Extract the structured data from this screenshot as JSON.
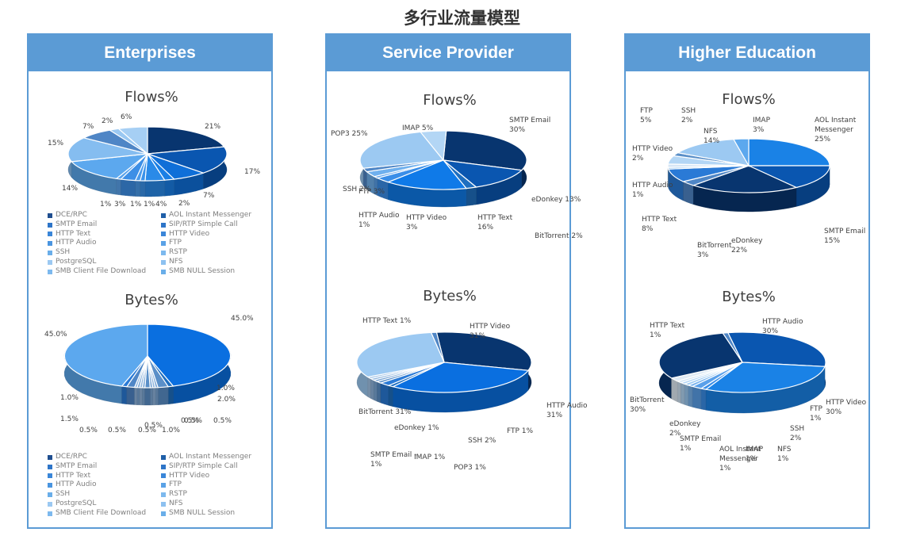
{
  "title": "多行业流量模型",
  "panels": [
    {
      "id": "enterprises",
      "header": "Enterprises",
      "legend": [
        {
          "label": "DCE/RPC",
          "color": "#1f4e8f"
        },
        {
          "label": "AOL Instant Messenger",
          "color": "#1f5fa8"
        },
        {
          "label": "SMTP Email",
          "color": "#2e75c8"
        },
        {
          "label": "SIP/RTP Simple Call",
          "color": "#2e75c8"
        },
        {
          "label": "HTTP Text",
          "color": "#3a86d8"
        },
        {
          "label": "HTTP Video",
          "color": "#3a86d8"
        },
        {
          "label": "HTTP Audio",
          "color": "#4a95e0"
        },
        {
          "label": "FTP",
          "color": "#5aa2e6"
        },
        {
          "label": "SSH",
          "color": "#6aaee9"
        },
        {
          "label": "RSTP",
          "color": "#7db9ee"
        },
        {
          "label": "PostgreSQL",
          "color": "#9cc9f2"
        },
        {
          "label": "NFS",
          "color": "#8dc1f0"
        },
        {
          "label": "SMB Client File Download",
          "color": "#7db9ee"
        },
        {
          "label": "SMB NULL Session",
          "color": "#6aaee9"
        }
      ]
    },
    {
      "id": "service-provider",
      "header": "Service Provider"
    },
    {
      "id": "higher-education",
      "header": "Higher Education"
    }
  ],
  "chart_data": [
    {
      "panel": "Enterprises",
      "type": "pie",
      "title": "Flows%",
      "slices": [
        {
          "label": "",
          "value": 21,
          "value_label": "21%",
          "color": "#08356f"
        },
        {
          "label": "",
          "value": 17,
          "value_label": "17%",
          "color": "#0a56b0"
        },
        {
          "label": "",
          "value": 7,
          "value_label": "7%",
          "color": "#0f6fd8"
        },
        {
          "label": "",
          "value": 2,
          "value_label": "2%",
          "color": "#1a7fe5"
        },
        {
          "label": "",
          "value": 4,
          "value_label": "4%",
          "color": "#2a8ae8"
        },
        {
          "label": "",
          "value": 1,
          "value_label": "1%",
          "color": "#3a92ea"
        },
        {
          "label": "",
          "value": 1,
          "value_label": "1%",
          "color": "#4a9aeb"
        },
        {
          "label": "",
          "value": 3,
          "value_label": "3%",
          "color": "#3d8fe6"
        },
        {
          "label": "",
          "value": 1,
          "value_label": "1%",
          "color": "#5aa3ec"
        },
        {
          "label": "",
          "value": 14,
          "value_label": "14%",
          "color": "#5ca8ee"
        },
        {
          "label": "",
          "value": 15,
          "value_label": "15%",
          "color": "#85bdf0"
        },
        {
          "label": "",
          "value": 7,
          "value_label": "7%",
          "color": "#4f86c6"
        },
        {
          "label": "",
          "value": 2,
          "value_label": "2%",
          "color": "#9ac8f2"
        },
        {
          "label": "",
          "value": 6,
          "value_label": "6%",
          "color": "#a6cff4"
        }
      ]
    },
    {
      "panel": "Enterprises",
      "type": "pie",
      "title": "Bytes%",
      "slices": [
        {
          "label": "",
          "value": 45.0,
          "value_label": "45.0%",
          "color": "#0a6fe0"
        },
        {
          "label": "",
          "value": 1.0,
          "value_label": "1.0%",
          "color": "#1f6fc0"
        },
        {
          "label": "",
          "value": 2.0,
          "value_label": "2.0%",
          "color": "#5a8fc8"
        },
        {
          "label": "",
          "value": 0.5,
          "value_label": "0.5%",
          "color": "#7aa6d6"
        },
        {
          "label": "",
          "value": 0.5,
          "value_label": "0.5%",
          "color": "#8fb5de"
        },
        {
          "label": "",
          "value": 0.5,
          "value_label": "0.5%",
          "color": "#7aa6d6"
        },
        {
          "label": "",
          "value": 1.0,
          "value_label": "1.0%",
          "color": "#5a8fc8"
        },
        {
          "label": "",
          "value": 0.5,
          "value_label": "0.5%",
          "color": "#7aa6d6"
        },
        {
          "label": "",
          "value": 0.5,
          "value_label": "0.5%",
          "color": "#8fb5de"
        },
        {
          "label": "",
          "value": 0.5,
          "value_label": "0.5%",
          "color": "#7aa6d6"
        },
        {
          "label": "",
          "value": 0.5,
          "value_label": "0.5%",
          "color": "#8fb5de"
        },
        {
          "label": "",
          "value": 1.5,
          "value_label": "1.5%",
          "color": "#4f86c6"
        },
        {
          "label": "",
          "value": 1.0,
          "value_label": "1.0%",
          "color": "#2a7ad6"
        },
        {
          "label": "",
          "value": 45.0,
          "value_label": "45.0%",
          "color": "#5ca8ee"
        }
      ]
    },
    {
      "panel": "Service Provider",
      "type": "pie",
      "title": "Flows%",
      "slices": [
        {
          "label": "SMTP Email",
          "value": 30,
          "value_label": "30%",
          "color": "#08356f"
        },
        {
          "label": "eDonkey",
          "value": 13,
          "value_label": "13%",
          "color": "#0a56b0"
        },
        {
          "label": "BitTorrent",
          "value": 2,
          "value_label": "2%",
          "color": "#1f6fc0"
        },
        {
          "label": "HTTP Text",
          "value": 16,
          "value_label": "16%",
          "color": "#0f7ae8"
        },
        {
          "label": "HTTP Video",
          "value": 3,
          "value_label": "3%",
          "color": "#3a8ee8"
        },
        {
          "label": "HTTP Audio",
          "value": 1,
          "value_label": "1%",
          "color": "#5aa0ea"
        },
        {
          "label": "FTP",
          "value": 3,
          "value_label": "3%",
          "color": "#6fb0ee"
        },
        {
          "label": "SSH",
          "value": 2,
          "value_label": "2%",
          "color": "#4f86c6"
        },
        {
          "label": "POP3",
          "value": 25,
          "value_label": "25%",
          "color": "#9cc9f2"
        },
        {
          "label": "IMAP",
          "value": 5,
          "value_label": "5%",
          "color": "#b3d6f5"
        }
      ]
    },
    {
      "panel": "Service Provider",
      "type": "pie",
      "title": "Bytes%",
      "slices": [
        {
          "label": "HTTP Video",
          "value": 31,
          "value_label": "31%",
          "color": "#08356f"
        },
        {
          "label": "HTTP Audio",
          "value": 31,
          "value_label": "31%",
          "color": "#0a6fe0"
        },
        {
          "label": "FTP",
          "value": 1,
          "value_label": "1%",
          "color": "#1f6fc0"
        },
        {
          "label": "SSH",
          "value": 2,
          "value_label": "2%",
          "color": "#2a7ad6"
        },
        {
          "label": "POP3",
          "value": 1,
          "value_label": "1%",
          "color": "#5a8fc8"
        },
        {
          "label": "IMAP",
          "value": 1,
          "value_label": "1%",
          "color": "#7aa6d6"
        },
        {
          "label": "SMTP Email -",
          "value": 1,
          "value_label": "1%",
          "color": "#8fb5de"
        },
        {
          "label": "eDonkey",
          "value": 1,
          "value_label": "1%",
          "color": "#a3c4e6"
        },
        {
          "label": "BitTorrent",
          "value": 31,
          "value_label": "31%",
          "color": "#9cc9f2"
        },
        {
          "label": "HTTP Text",
          "value": 1,
          "value_label": "1%",
          "color": "#4f86c6"
        }
      ]
    },
    {
      "panel": "Higher Education",
      "type": "pie",
      "title": "Flows%",
      "slices": [
        {
          "label": "AOL Instant Messenger",
          "value": 25,
          "value_label": "25%",
          "color": "#1a82e6"
        },
        {
          "label": "SMTP Email",
          "value": 15,
          "value_label": "15%",
          "color": "#0a56b0"
        },
        {
          "label": "eDonkey",
          "value": 22,
          "value_label": "22%",
          "color": "#08356f"
        },
        {
          "label": "BitTorrent",
          "value": 3,
          "value_label": "3%",
          "color": "#4f86c6"
        },
        {
          "label": "HTTP Text",
          "value": 8,
          "value_label": "8%",
          "color": "#2a7ad6"
        },
        {
          "label": "HTTP Audio",
          "value": 1,
          "value_label": "1%",
          "color": "#9cc9f2"
        },
        {
          "label": "HTTP Video",
          "value": 2,
          "value_label": "2%",
          "color": "#d6e6f5"
        },
        {
          "label": "FTP",
          "value": 5,
          "value_label": "5%",
          "color": "#b3d6f5"
        },
        {
          "label": "SSH",
          "value": 2,
          "value_label": "2%",
          "color": "#5a8fc8"
        },
        {
          "label": "NFS",
          "value": 14,
          "value_label": "14%",
          "color": "#9cc9f2"
        },
        {
          "label": "IMAP",
          "value": 3,
          "value_label": "3%",
          "color": "#5ca8ee"
        }
      ]
    },
    {
      "panel": "Higher Education",
      "type": "pie",
      "title": "Bytes%",
      "slices": [
        {
          "label": "HTTP Audio",
          "value": 30,
          "value_label": "30%",
          "color": "#0a56b0"
        },
        {
          "label": "HTTP Video",
          "value": 30,
          "value_label": "30%",
          "color": "#1a82e6"
        },
        {
          "label": "FTP",
          "value": 1,
          "value_label": "1%",
          "color": "#3a8ee8"
        },
        {
          "label": "SSH",
          "value": 2,
          "value_label": "2%",
          "color": "#5aa0ea"
        },
        {
          "label": "NFS",
          "value": 1,
          "value_label": "1%",
          "color": "#7ab4ee"
        },
        {
          "label": "IMAP",
          "value": 1,
          "value_label": "1%",
          "color": "#9cc9f2"
        },
        {
          "label": "AOL Instant Messenger",
          "value": 1,
          "value_label": "1%",
          "color": "#b3d6f5"
        },
        {
          "label": "SMTP Email",
          "value": 1,
          "value_label": "1%",
          "color": "#d0e4f5"
        },
        {
          "label": "eDonkey",
          "value": 2,
          "value_label": "2%",
          "color": "#e0ebf5"
        },
        {
          "label": "BitTorrent",
          "value": 30,
          "value_label": "30%",
          "color": "#08356f"
        },
        {
          "label": "HTTP Text",
          "value": 1,
          "value_label": "1%",
          "color": "#4f86c6"
        }
      ]
    }
  ]
}
